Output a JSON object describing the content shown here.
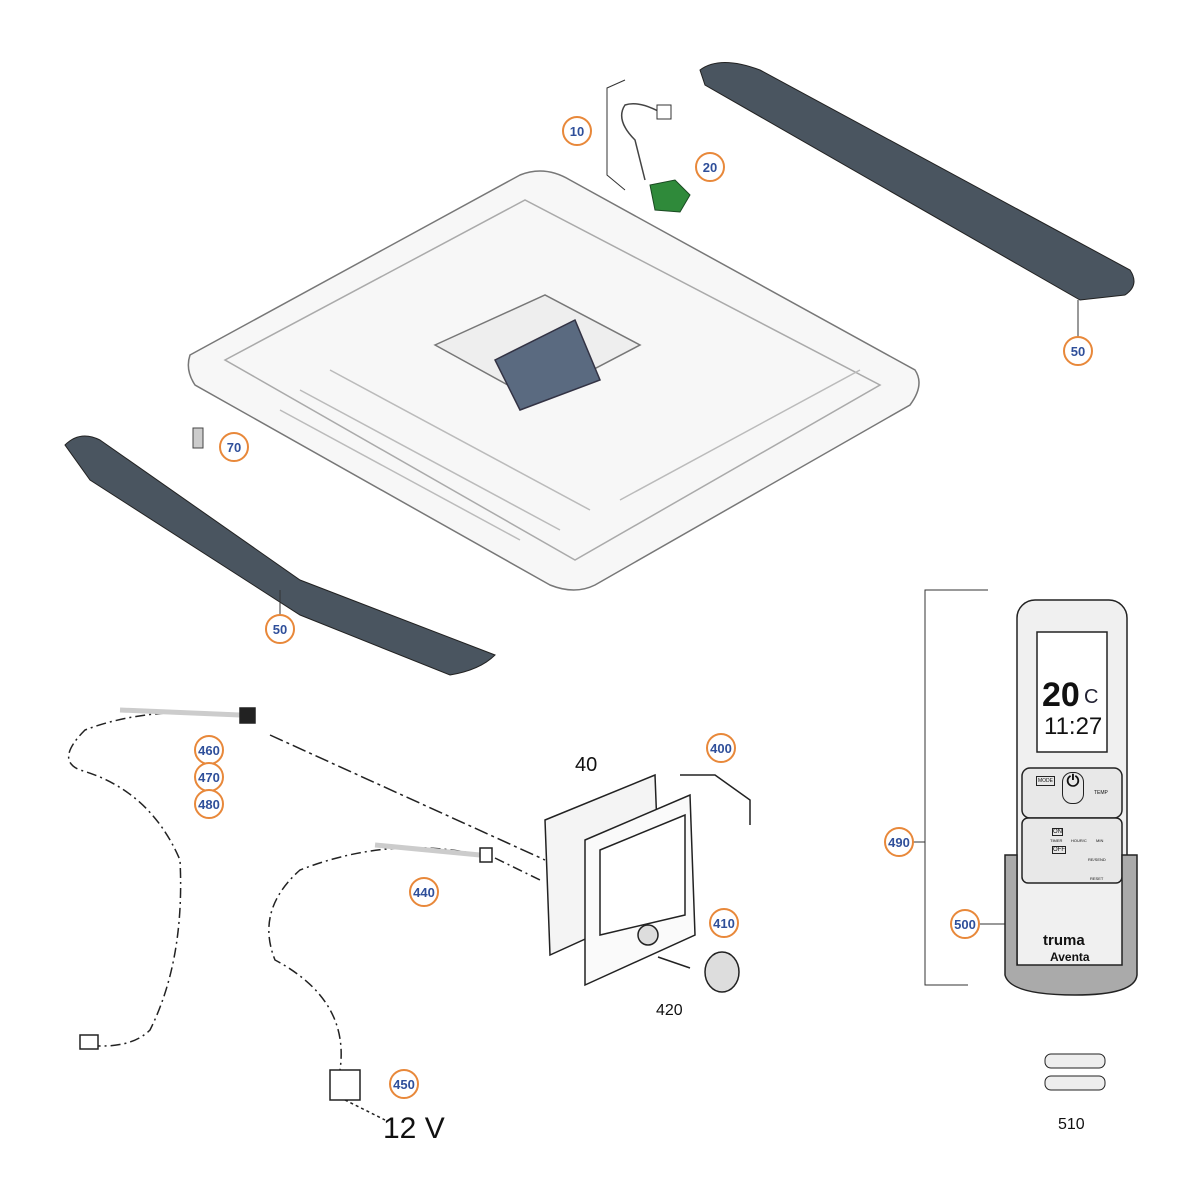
{
  "colors": {
    "callout_border": "#e8883a",
    "callout_text": "#2f4f9a",
    "part_dark": "#4a5560",
    "sensor": "#2f8a3a"
  },
  "callouts": [
    {
      "id": "c10",
      "label": "10"
    },
    {
      "id": "c20",
      "label": "20"
    },
    {
      "id": "c50a",
      "label": "50"
    },
    {
      "id": "c70",
      "label": "70"
    },
    {
      "id": "c50b",
      "label": "50"
    },
    {
      "id": "c460",
      "label": "460"
    },
    {
      "id": "c470",
      "label": "470"
    },
    {
      "id": "c480",
      "label": "480"
    },
    {
      "id": "c400",
      "label": "400"
    },
    {
      "id": "c440",
      "label": "440"
    },
    {
      "id": "c410",
      "label": "410"
    },
    {
      "id": "c450",
      "label": "450"
    },
    {
      "id": "c490",
      "label": "490"
    },
    {
      "id": "c500",
      "label": "500"
    }
  ],
  "plain_labels": {
    "p40": "40",
    "p420": "420",
    "p510": "510",
    "voltage": "12 V"
  },
  "remote": {
    "temperature": "20",
    "unit": "C",
    "time": "11:27",
    "buttons": {
      "mode": "MODE",
      "temp": "TEMP",
      "on": "ON",
      "timer": "TIMER",
      "off": "OFF",
      "hour": "HOUR/C",
      "min": "MIN",
      "resend": "RE/SEND",
      "reset": "RESET"
    },
    "brand": "truma",
    "model": "Aventa"
  }
}
